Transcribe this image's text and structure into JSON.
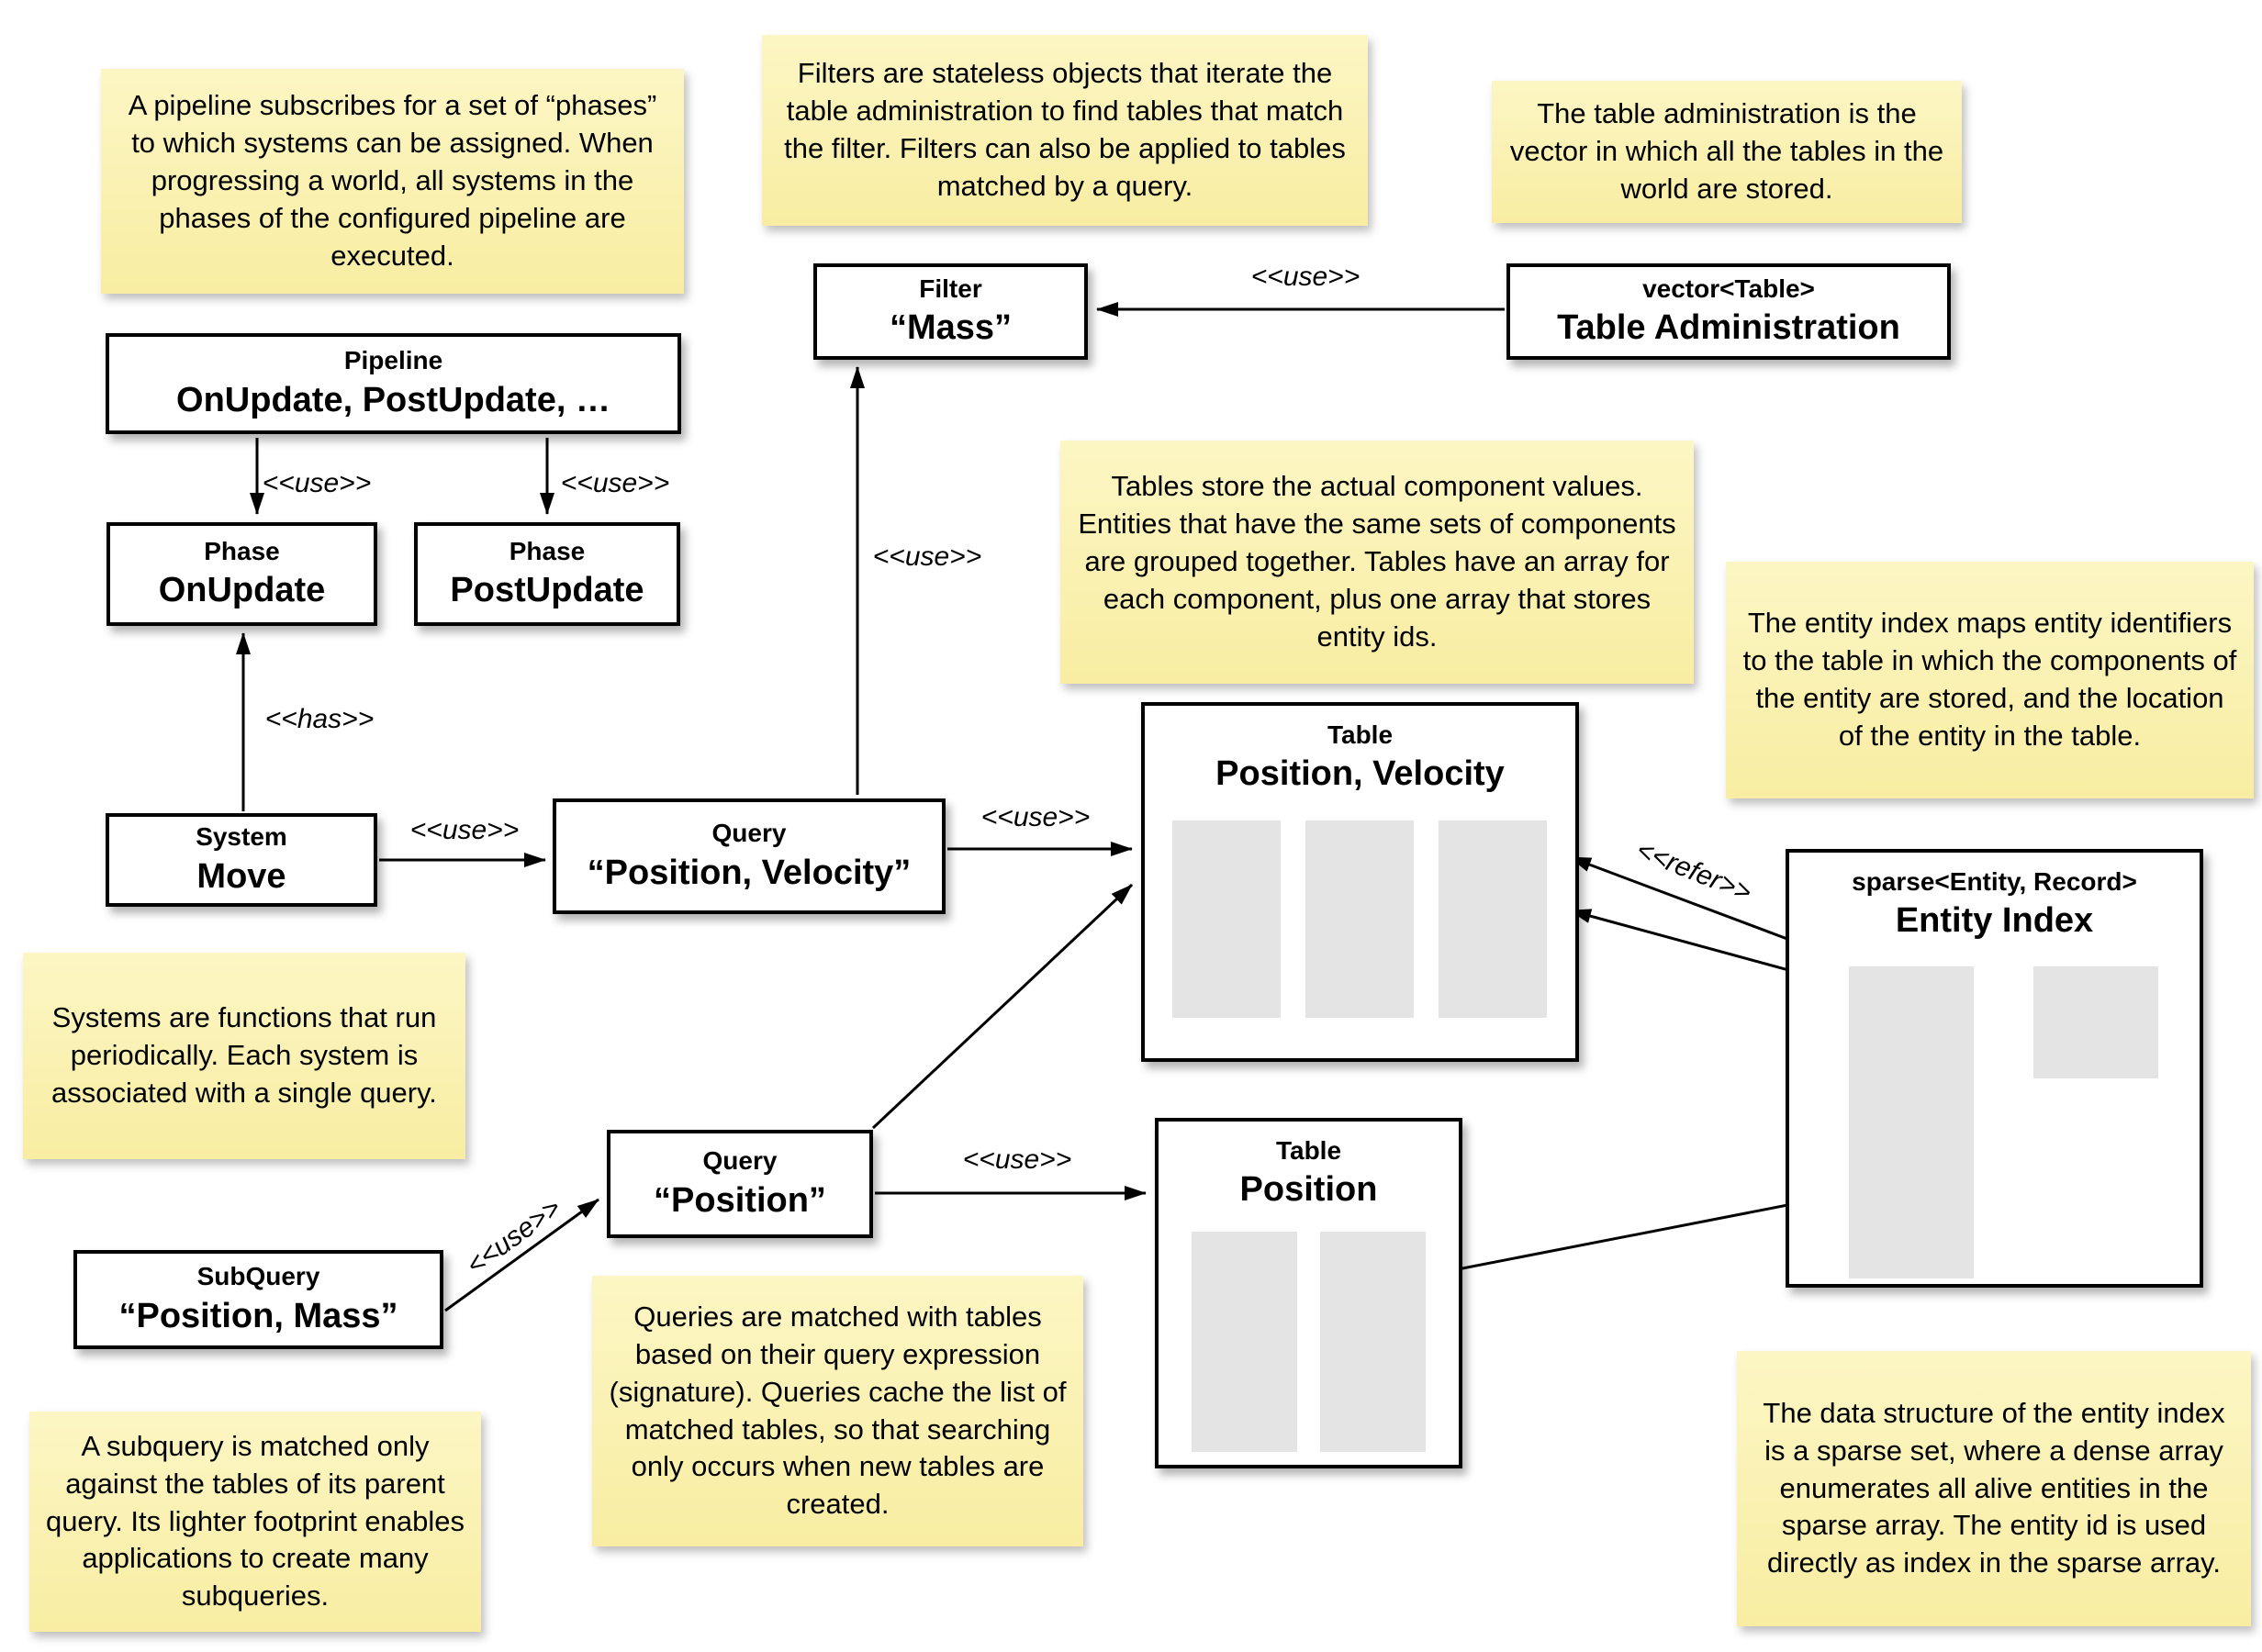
{
  "diagram": {
    "notes": {
      "pipeline": "A pipeline subscribes for a set of “phases” to which systems can be assigned. When progressing a world, all systems in the phases of the configured pipeline are executed.",
      "filters": "Filters are stateless objects that iterate the table administration to find tables that match the filter. Filters can also be applied to tables matched by a query.",
      "table_administration": "The table administration is the vector in which all the tables in the world are stored.",
      "tables": "Tables store the actual component values. Entities that have the same sets of components are grouped together. Tables have an array for each component, plus one array that stores entity ids.",
      "entity_index": "The entity index maps entity identifiers to the table in which the components of the entity are stored, and the location of the entity in the table.",
      "systems": "Systems are functions that run periodically. Each system is associated with a single query.",
      "queries": "Queries are matched with tables based on their query expression (signature). Queries cache the list of matched tables, so that searching only occurs when new tables are created.",
      "subquery": "A subquery is matched only against the tables of its parent query. Its lighter footprint enables applications to create many subqueries.",
      "sparse_set": "The data structure of the entity index is a sparse set, where a dense array enumerates all alive entities in the sparse array. The entity id is used directly as index in the sparse array."
    },
    "boxes": {
      "pipeline": {
        "stereotype": "Pipeline",
        "name": "OnUpdate, PostUpdate, …"
      },
      "phase_onupdate": {
        "stereotype": "Phase",
        "name": "OnUpdate"
      },
      "phase_postupdate": {
        "stereotype": "Phase",
        "name": "PostUpdate"
      },
      "filter_mass": {
        "stereotype": "Filter",
        "name": "“Mass”"
      },
      "table_admin": {
        "stereotype": "vector<Table>",
        "name": "Table Administration"
      },
      "system_move": {
        "stereotype": "System",
        "name": "Move"
      },
      "query_position_velocity": {
        "stereotype": "Query",
        "name": "“Position, Velocity”"
      },
      "table_position_velocity": {
        "stereotype": "Table",
        "name": "Position, Velocity"
      },
      "query_position": {
        "stereotype": "Query",
        "name": "“Position”"
      },
      "subquery_position_mass": {
        "stereotype": "SubQuery",
        "name": "“Position, Mass”"
      },
      "table_position": {
        "stereotype": "Table",
        "name": "Position"
      },
      "entity_index": {
        "stereotype": "sparse<Entity, Record>",
        "name": "Entity Index"
      }
    },
    "edge_labels": {
      "use": "<<use>>",
      "has": "<<has>>",
      "refer": "<<refer>>"
    },
    "colors": {
      "note_bg": "#F8EDA2",
      "box_border": "#000000",
      "array_fill": "#E4E4E4"
    }
  }
}
